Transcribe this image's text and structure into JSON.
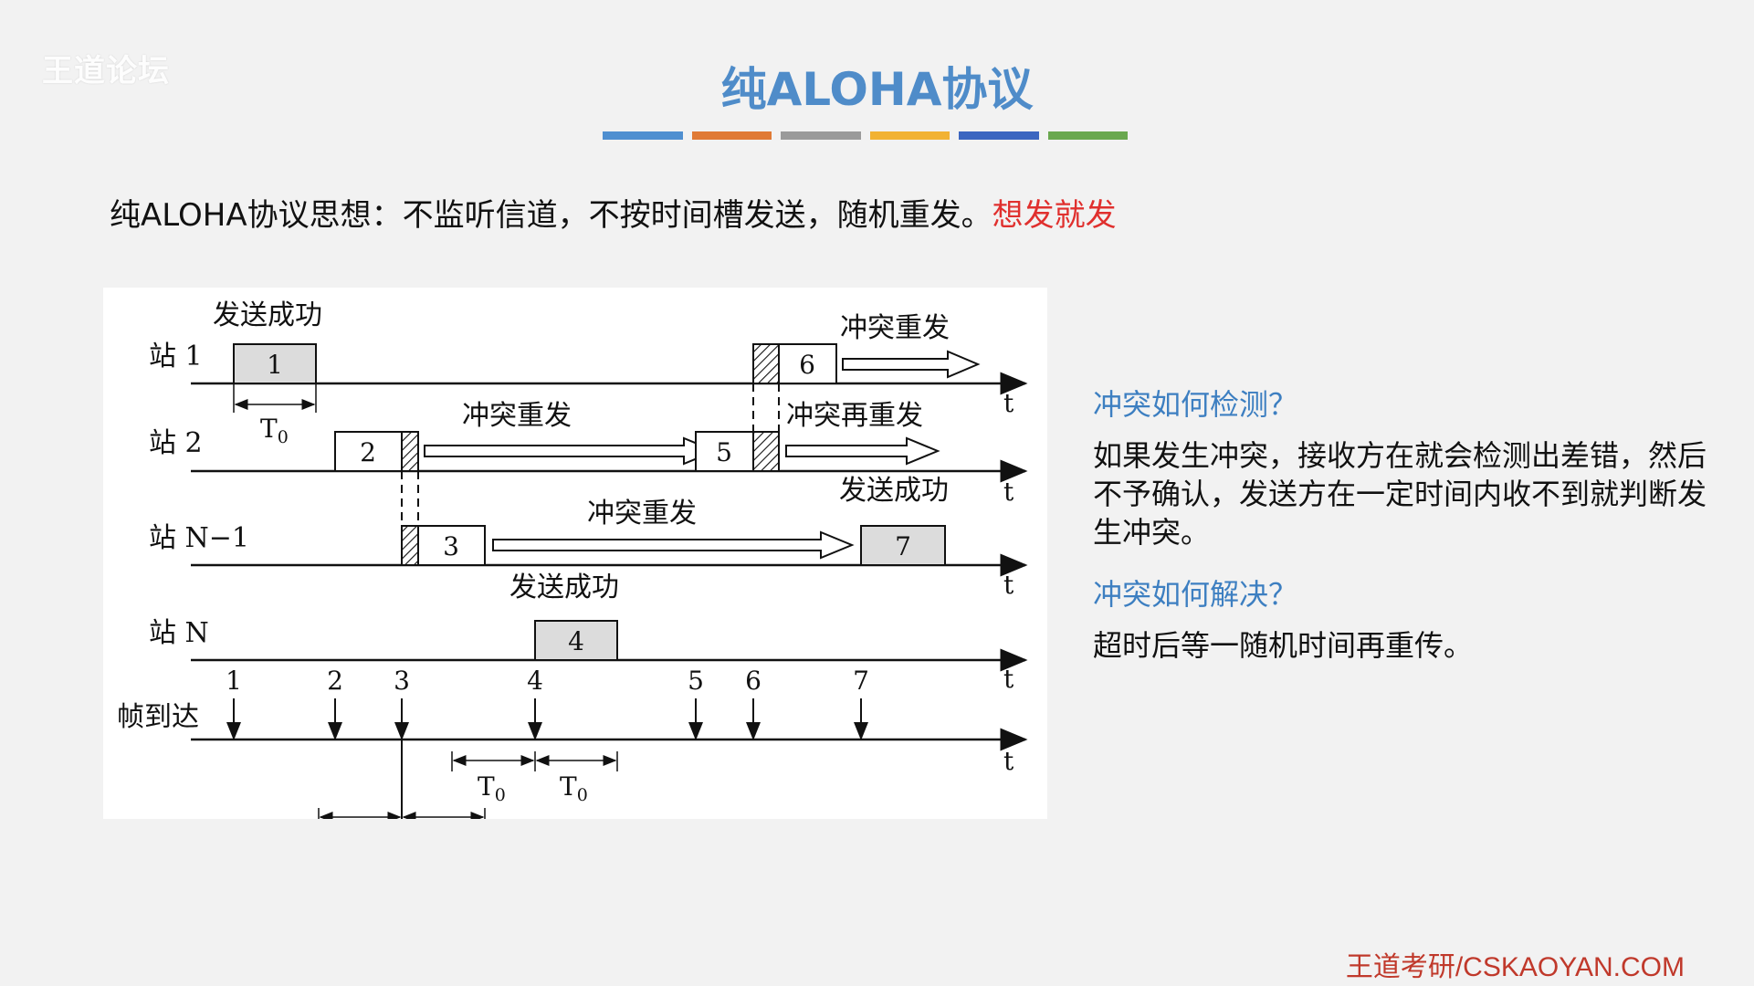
{
  "watermark": "王道论坛",
  "title": "纯ALOHA协议",
  "color_bar": [
    "#4f8fd0",
    "#e07a35",
    "#9a9a9a",
    "#f2b233",
    "#3c66c0",
    "#6aa84f"
  ],
  "lead": {
    "text": "纯ALOHA协议思想：不监听信道，不按时间槽发送，随机重发。",
    "highlight": "想发就发",
    "highlight_color": "#e0302e"
  },
  "diagram": {
    "stations": [
      "站 1",
      "站 2",
      "站 N−1",
      "站 N"
    ],
    "arrival_label": "帧到达",
    "axis_label": "t",
    "frames": [
      "1",
      "2",
      "3",
      "4",
      "5",
      "6",
      "7"
    ],
    "arrivals": [
      "1",
      "2",
      "3",
      "4",
      "5",
      "6",
      "7"
    ],
    "success": "发送成功",
    "retransmit": "冲突重发",
    "retransmit_again": "冲突再重发",
    "t0": "T",
    "t0_sub": "0"
  },
  "side": {
    "q1": "冲突如何检测？",
    "a1": "如果发生冲突，接收方在就会检测出差错，然后不予确认，发送方在一定时间内收不到就判断发生冲突。",
    "q2": "冲突如何解决？",
    "a2": "超时后等一随机时间再重传。"
  },
  "footer": "王道考研/CSKAOYAN.COM"
}
